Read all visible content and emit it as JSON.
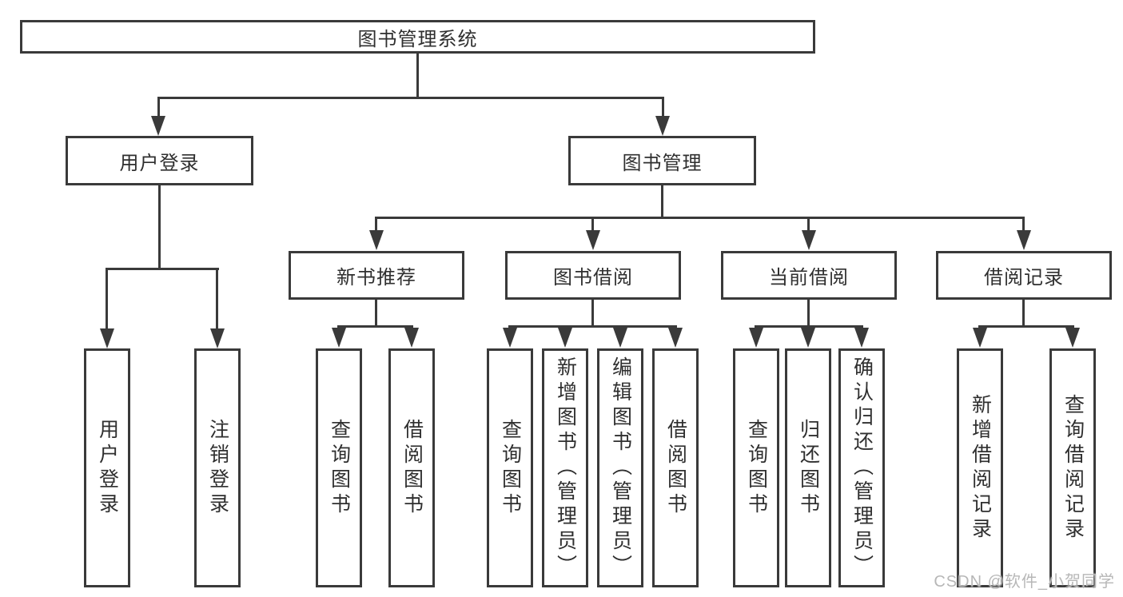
{
  "diagram": {
    "root": {
      "label": "图书管理系统"
    },
    "level2": [
      {
        "label": "用户登录"
      },
      {
        "label": "图书管理"
      }
    ],
    "level3": [
      {
        "label": "新书推荐"
      },
      {
        "label": "图书借阅"
      },
      {
        "label": "当前借阅"
      },
      {
        "label": "借阅记录"
      }
    ],
    "leaves": [
      {
        "label": "用户登录"
      },
      {
        "label": "注销登录"
      },
      {
        "label": "查询图书"
      },
      {
        "label": "借阅图书"
      },
      {
        "label": "查询图书"
      },
      {
        "label": "新增图书（管理员）"
      },
      {
        "label": "编辑图书（管理员）"
      },
      {
        "label": "借阅图书"
      },
      {
        "label": "查询图书"
      },
      {
        "label": "归还图书"
      },
      {
        "label": "确认归还（管理员）"
      },
      {
        "label": "新增借阅记录"
      },
      {
        "label": "查询借阅记录"
      }
    ],
    "watermark": {
      "text": "CSDN @软件_小贺同学"
    },
    "colors": {
      "line": "#3a3a3a",
      "text": "#2f2f2f",
      "watermark": "#b7b7b7",
      "background": "#ffffff"
    }
  }
}
